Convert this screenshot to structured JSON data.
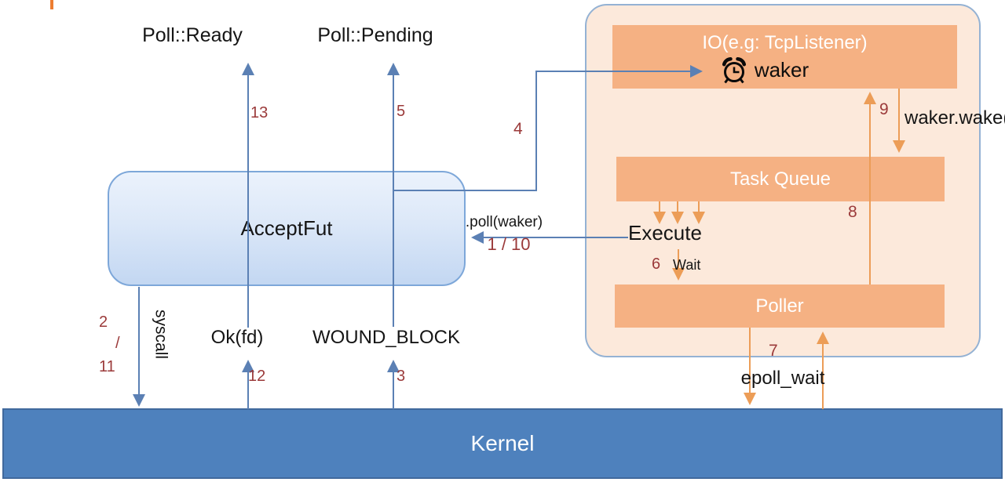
{
  "diagram": {
    "poll_ready": "Poll::Ready",
    "poll_pending": "Poll::Pending",
    "accept_fut": "AcceptFut",
    "kernel": "Kernel",
    "io_title": "IO(e.g: TcpListener)",
    "waker": "waker",
    "task_queue": "Task Queue",
    "poller": "Poller",
    "execute": "Execute",
    "wait": "Wait",
    "syscall": "syscall",
    "ok_fd": "Ok(fd)",
    "wound_block": "WOUND_BLOCK",
    "epoll_wait": "epoll_wait",
    "poll_waker": ".poll(waker)",
    "waker_wake": "waker.wake()"
  },
  "steps": {
    "n1_10": "1 / 10",
    "n2": "2",
    "slash": "/",
    "n3": "3",
    "n4": "4",
    "n5": "5",
    "n6": "6",
    "n7": "7",
    "n8": "8",
    "n9": "9",
    "n11": "11",
    "n12": "12",
    "n13": "13"
  },
  "icons": {
    "waker_icon": "alarm-clock"
  },
  "colors": {
    "panel_fill": "#fce9db",
    "panel_border": "#94b2d4",
    "orange_box": "#f5b183",
    "kernel_blue": "#4e81bd",
    "blue_arrow": "#5b80b4",
    "orange_arrow": "#ec9d57",
    "step_label_red": "#9b3a3a",
    "accent_tick": "#ed7d31"
  }
}
